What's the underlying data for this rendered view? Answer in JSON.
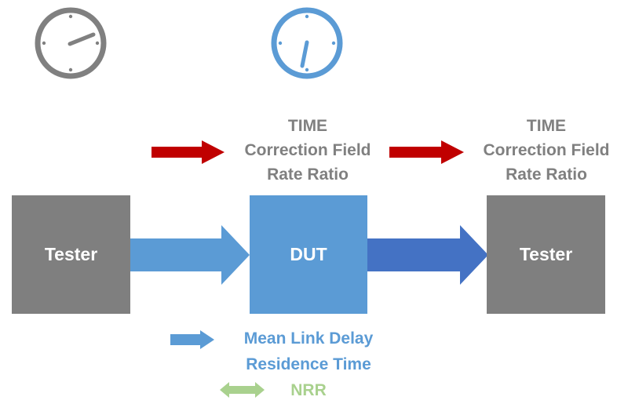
{
  "colors": {
    "tester_box": "#7f7f7f",
    "dut_box": "#5b9bd5",
    "clock_gray": "#808080",
    "clock_blue": "#5b9bd5",
    "red_arrow": "#c00000",
    "arrow_light_blue": "#5b9bd5",
    "arrow_dark_blue": "#4472c4",
    "green_arrow": "#a9d18e",
    "label_gray": "#808080",
    "legend_blue": "#5b9bd5",
    "legend_green": "#a9d18e"
  },
  "icons": {
    "left_clock": "clock-icon",
    "right_clock": "clock-icon"
  },
  "nodes": {
    "left_tester": "Tester",
    "dut": "DUT",
    "right_tester": "Tester"
  },
  "message_labels": {
    "middle": {
      "line1": "TIME",
      "line2": "Correction Field",
      "line3": "Rate Ratio"
    },
    "right": {
      "line1": "TIME",
      "line2": "Correction Field",
      "line3": "Rate Ratio"
    }
  },
  "legend": {
    "blue_line1": "Mean Link Delay",
    "blue_line2": "Residence Time",
    "green": "NRR"
  }
}
